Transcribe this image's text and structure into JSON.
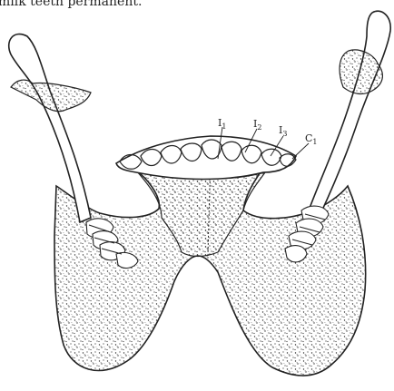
{
  "caption": "milk teeth permanent.",
  "labels": {
    "i1": "I",
    "i1_sub": "1",
    "i2": "I",
    "i2_sub": "2",
    "i3": "I",
    "i3_sub": "3",
    "c1": "C",
    "c1_sub": "1"
  }
}
